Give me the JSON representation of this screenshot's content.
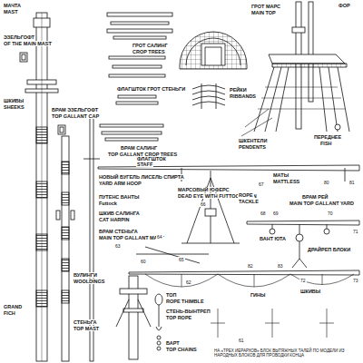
{
  "diagram": {
    "labels": [
      "МАЧТА",
      "MAST",
      "ЭЗЕЛЬГОФТ",
      "OF THE MAIN MAST",
      "ГРОТ САЛИНГ",
      "CROP TREES",
      "ГРОТ МАРС",
      "MAIN TOP",
      "ФОР",
      "ФЛАГШТОК ГРОТ СТЕНЬГИ",
      "ШКИВЫ",
      "SHEEKS",
      "БРАМ ЭЗЕЛЬГОФТ",
      "TOP GALLANT CAP",
      "БРАМ САЛИНГ",
      "TOP GALLANT CROP TREES",
      "РЕЙКИ",
      "RIBBANDS",
      "ШКЕНТЕЛИ",
      "PENDENTS",
      "ПЕРЕДНЕЕ",
      "FISH",
      "НОВЫЙ БУГЕЛЬ ЛИСЕЛЬ СПИРТА",
      "YARD ARM HOOP",
      "ФЛАГШТОК",
      "STAFF",
      "МАРСОВЫЙ ЮФЕРС",
      "DEAD EYE WITH FUTTOCK IRON",
      "ПУТЕНС ВАНТЫ",
      "Futtock",
      "ШКИВ САЛИНГА",
      "CAT HARPIN",
      "БРАМ СТЕНЬГА",
      "MAIN TOP GALLANT MAST",
      "МАТЫ",
      "MATTLESS",
      "ROPE",
      "TACKLE",
      "БРАМ РЕЙ",
      "MAIN TOP GALLANT YARD",
      "ВАНТ ЮТА",
      "ДРАЙРЕП БЛОКИ",
      "ГИНЫ",
      "ШКИВЫ",
      "GRAND",
      "FICH",
      "ВУЛИНГИ",
      "WOOLDINGS",
      "СТЕНЬГА",
      "TOP MAST",
      "ТОП",
      "ROPE THIMBLE",
      "СТЕНЬ-ВЫНТРЕП",
      "TOP ROPE",
      "БАРТ",
      "TOP CHAINS",
      "НА «ТРЕХ ИЕРАРХОВ» БЛОК ВЫТЯЖНЫХ ТАЛЕЙ ПО МОДЕЛИ ИЗ НАРОДНЫХ БЛОКОВ ДЛЯ ПРОВОДКИ КОНЦА",
      "60",
      "61",
      "62",
      "63",
      "64",
      "65",
      "66",
      "67",
      "68",
      "69",
      "70",
      "71",
      "72",
      "73",
      "80",
      "81",
      "82",
      "83"
    ]
  }
}
